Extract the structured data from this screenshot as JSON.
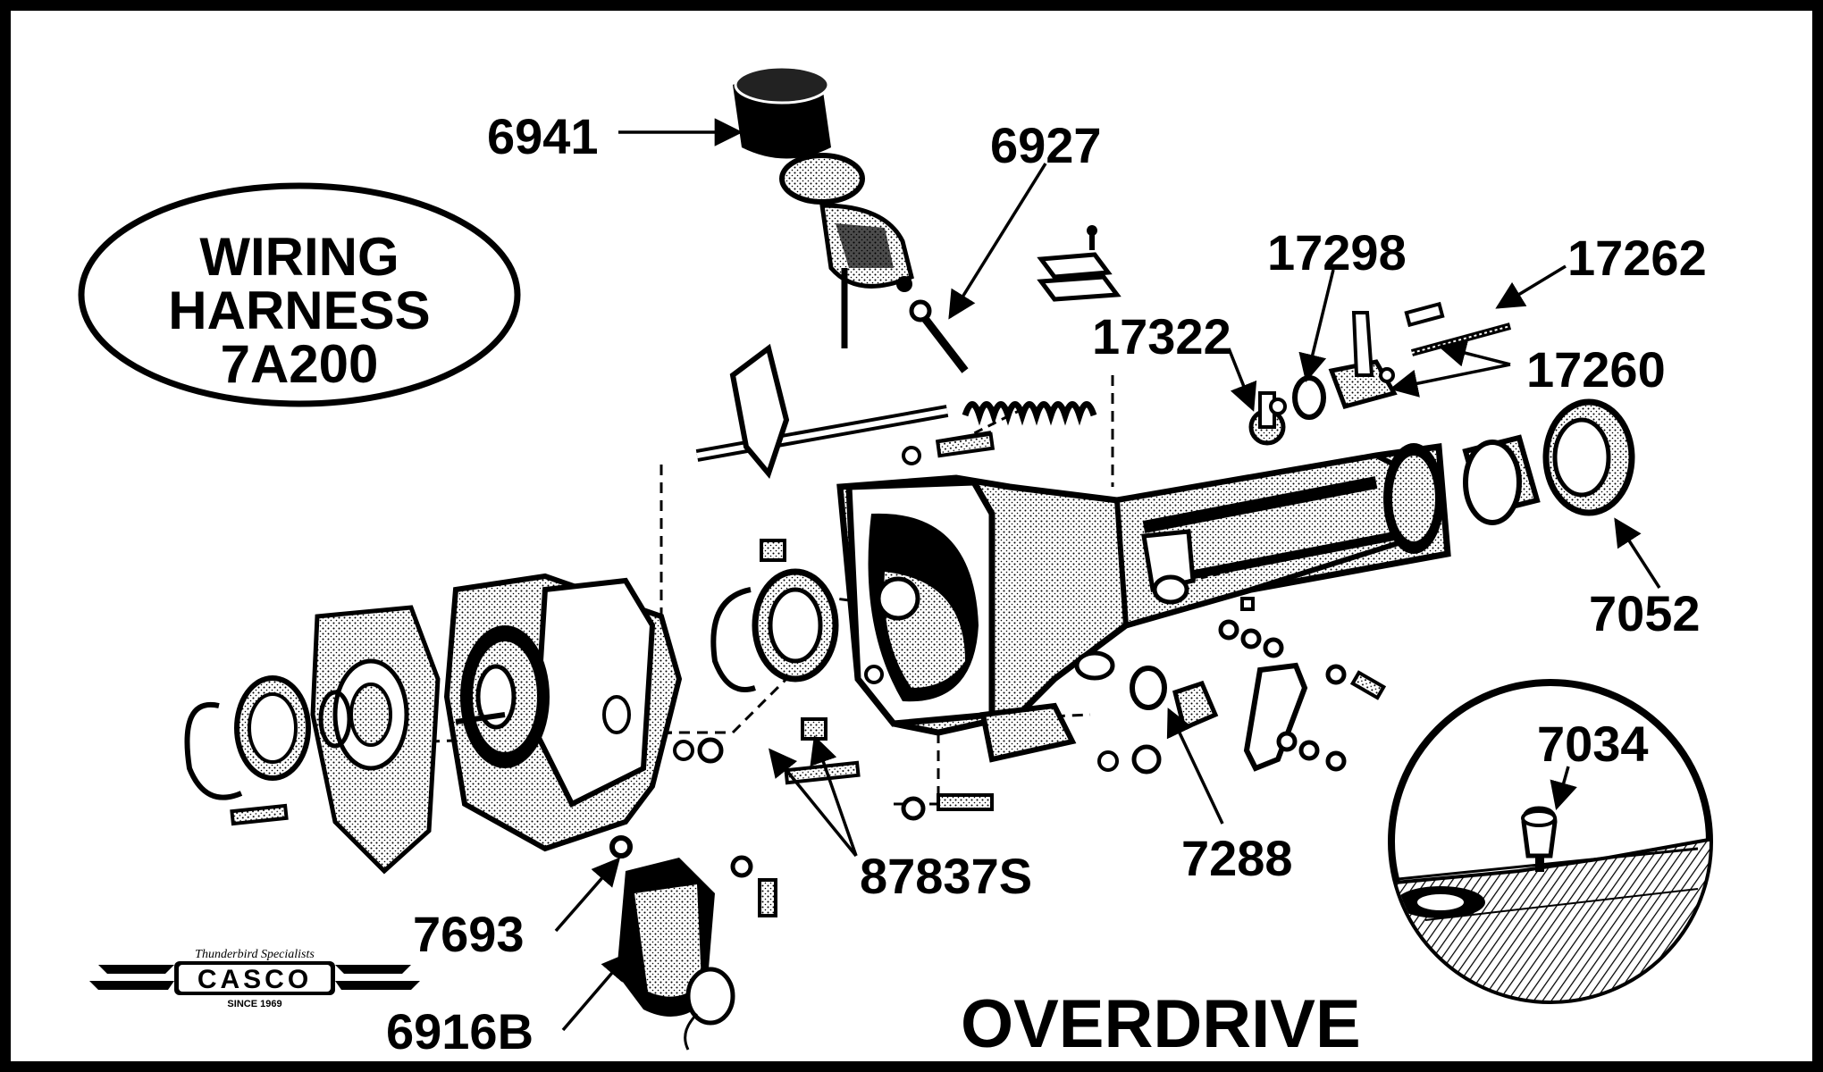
{
  "badge": {
    "line1": "WIRING",
    "line2": "HARNESS",
    "line3": "7A200"
  },
  "title": "OVERDRIVE",
  "logo": {
    "tagline": "Thunderbird Specialists",
    "brand": "CASCO",
    "since": "SINCE 1969"
  },
  "parts": {
    "p6941": "6941",
    "p6927": "6927",
    "p17298": "17298",
    "p17262": "17262",
    "p17322": "17322",
    "p17260": "17260",
    "p7052": "7052",
    "p7034": "7034",
    "p7288": "7288",
    "p87837S": "87837S",
    "p7693": "7693",
    "p6916B": "6916B"
  }
}
